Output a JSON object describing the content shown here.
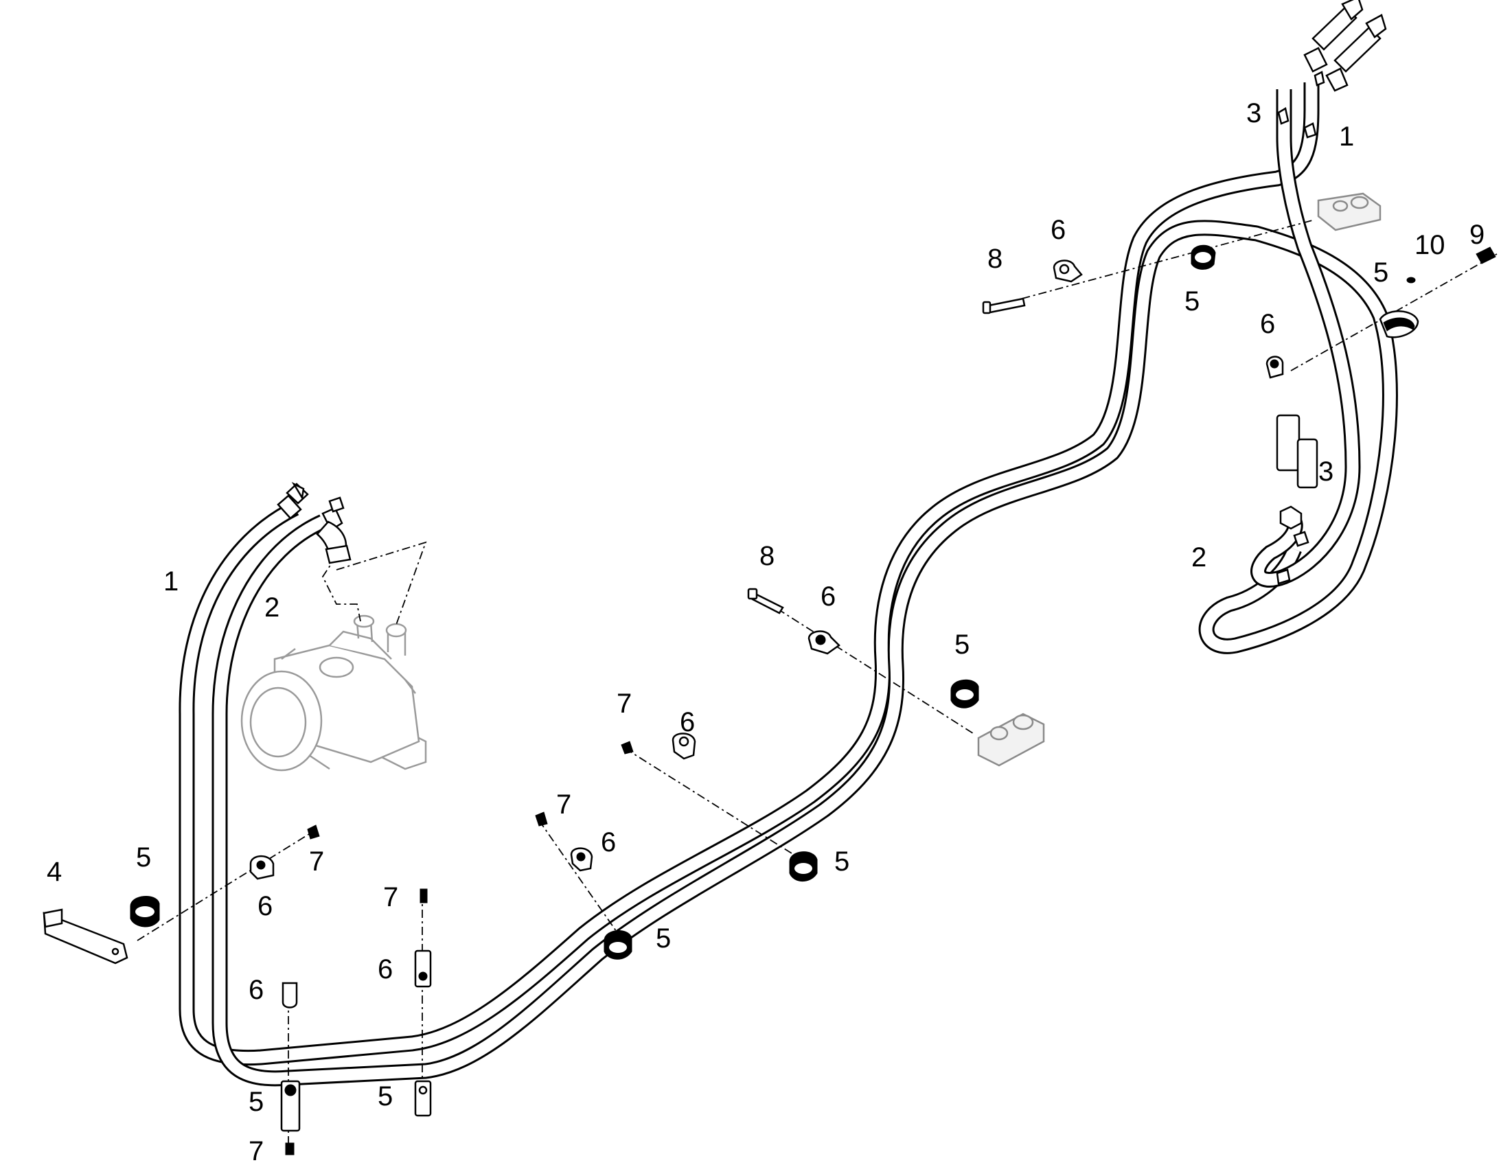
{
  "diagram": {
    "callouts": [
      {
        "id": "c1",
        "text": "3"
      },
      {
        "id": "c2",
        "text": "1"
      },
      {
        "id": "c3",
        "text": "6"
      },
      {
        "id": "c4",
        "text": "8"
      },
      {
        "id": "c5",
        "text": "5"
      },
      {
        "id": "c6",
        "text": "10"
      },
      {
        "id": "c7",
        "text": "9"
      },
      {
        "id": "c8",
        "text": "5"
      },
      {
        "id": "c9",
        "text": "6"
      },
      {
        "id": "c10",
        "text": "3"
      },
      {
        "id": "c11",
        "text": "2"
      },
      {
        "id": "c12",
        "text": "1"
      },
      {
        "id": "c13",
        "text": "2"
      },
      {
        "id": "c14",
        "text": "8"
      },
      {
        "id": "c15",
        "text": "6"
      },
      {
        "id": "c16",
        "text": "5"
      },
      {
        "id": "c17",
        "text": "7"
      },
      {
        "id": "c18",
        "text": "6"
      },
      {
        "id": "c19",
        "text": "7"
      },
      {
        "id": "c20",
        "text": "6"
      },
      {
        "id": "c21",
        "text": "5"
      },
      {
        "id": "c22",
        "text": "5"
      },
      {
        "id": "c23",
        "text": "4"
      },
      {
        "id": "c24",
        "text": "5"
      },
      {
        "id": "c25",
        "text": "7"
      },
      {
        "id": "c26",
        "text": "6"
      },
      {
        "id": "c27",
        "text": "7"
      },
      {
        "id": "c28",
        "text": "6"
      },
      {
        "id": "c29",
        "text": "6"
      },
      {
        "id": "c30",
        "text": "5"
      },
      {
        "id": "c31",
        "text": "5"
      },
      {
        "id": "c32",
        "text": "7"
      }
    ]
  }
}
